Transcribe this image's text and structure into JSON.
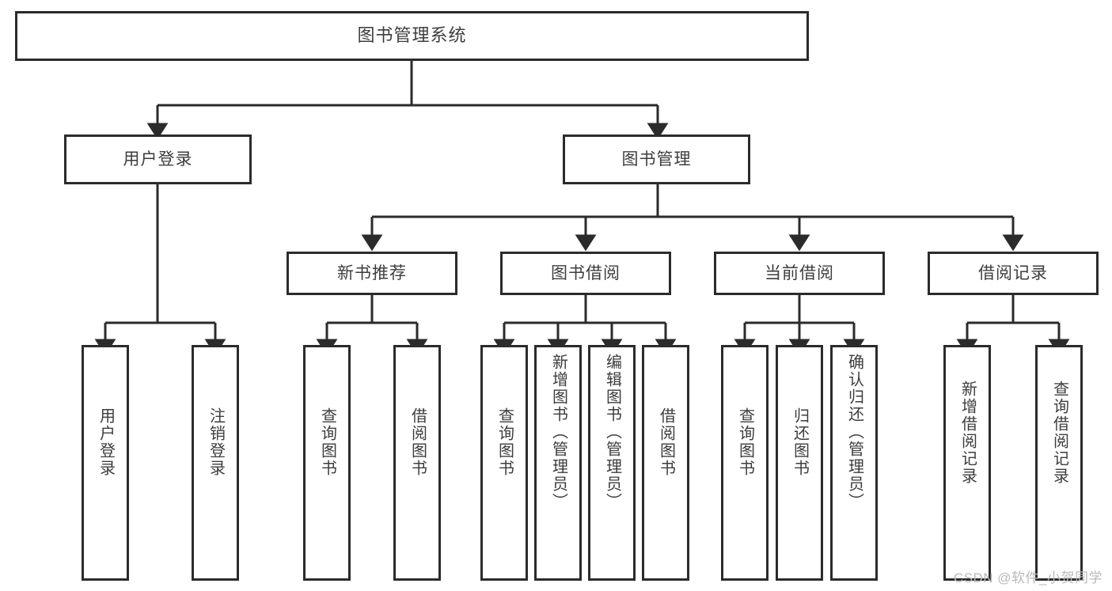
{
  "diagram": {
    "title": "图书管理系统",
    "type": "tree",
    "watermark": "CSDN @软件_小贺同学",
    "colors": {
      "stroke": "#2b2b2b",
      "text": "#3d3d3d",
      "background": "#ffffff",
      "watermark": "#b9b9b9"
    },
    "levels": [
      {
        "level": 1,
        "nodes": [
          {
            "id": "root",
            "label": "图书管理系统",
            "orientation": "horizontal"
          }
        ]
      },
      {
        "level": 2,
        "nodes": [
          {
            "id": "user-login",
            "label": "用户登录",
            "orientation": "horizontal",
            "parent": "root"
          },
          {
            "id": "book-manage",
            "label": "图书管理",
            "orientation": "horizontal",
            "parent": "root"
          }
        ]
      },
      {
        "level": 3,
        "nodes": [
          {
            "id": "new-book-rec",
            "label": "新书推荐",
            "orientation": "horizontal",
            "parent": "book-manage"
          },
          {
            "id": "book-borrow",
            "label": "图书借阅",
            "orientation": "horizontal",
            "parent": "book-manage"
          },
          {
            "id": "current-borrow",
            "label": "当前借阅",
            "orientation": "horizontal",
            "parent": "book-manage"
          },
          {
            "id": "borrow-record",
            "label": "借阅记录",
            "orientation": "horizontal",
            "parent": "book-manage"
          }
        ]
      },
      {
        "level": 4,
        "nodes": [
          {
            "id": "leaf-user-login",
            "label": "用户登录",
            "orientation": "vertical",
            "parent": "user-login"
          },
          {
            "id": "leaf-logout-login",
            "label": "注销登录",
            "orientation": "vertical",
            "parent": "user-login"
          },
          {
            "id": "leaf-rec-query-book",
            "label": "查询图书",
            "orientation": "vertical",
            "parent": "new-book-rec"
          },
          {
            "id": "leaf-rec-borrow-book",
            "label": "借阅图书",
            "orientation": "vertical",
            "parent": "new-book-rec"
          },
          {
            "id": "leaf-bb-query-book",
            "label": "查询图书",
            "orientation": "vertical",
            "parent": "book-borrow"
          },
          {
            "id": "leaf-bb-add-book",
            "label": "新增图书（管理员）",
            "orientation": "vertical",
            "parent": "book-borrow"
          },
          {
            "id": "leaf-bb-edit-book",
            "label": "编辑图书（管理员）",
            "orientation": "vertical",
            "parent": "book-borrow"
          },
          {
            "id": "leaf-bb-borrow-book",
            "label": "借阅图书",
            "orientation": "vertical",
            "parent": "book-borrow"
          },
          {
            "id": "leaf-cb-query-book",
            "label": "查询图书",
            "orientation": "vertical",
            "parent": "current-borrow"
          },
          {
            "id": "leaf-cb-return-book",
            "label": "归还图书",
            "orientation": "vertical",
            "parent": "current-borrow"
          },
          {
            "id": "leaf-cb-confirm-return",
            "label": "确认归还（管理员）",
            "orientation": "vertical",
            "parent": "current-borrow"
          },
          {
            "id": "leaf-br-add-record",
            "label": "新增借阅记录",
            "orientation": "vertical",
            "parent": "borrow-record"
          },
          {
            "id": "leaf-br-query-record",
            "label": "查询借阅记录",
            "orientation": "vertical",
            "parent": "borrow-record"
          }
        ]
      }
    ]
  }
}
